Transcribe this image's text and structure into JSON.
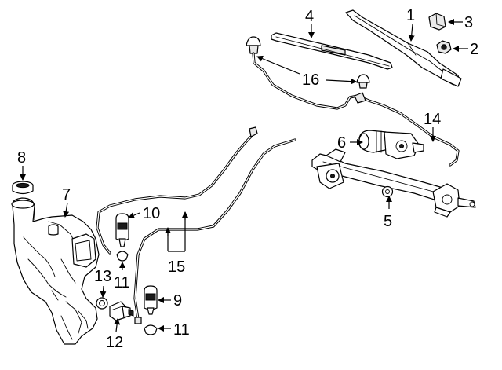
{
  "callouts": {
    "p1": "1",
    "p2": "2",
    "p3": "3",
    "p4": "4",
    "p5": "5",
    "p6": "6",
    "p7": "7",
    "p8": "8",
    "p9": "9",
    "p10": "10",
    "p11a": "11",
    "p11b": "11",
    "p12": "12",
    "p13": "13",
    "p14": "14",
    "p15": "15",
    "p16": "16"
  }
}
